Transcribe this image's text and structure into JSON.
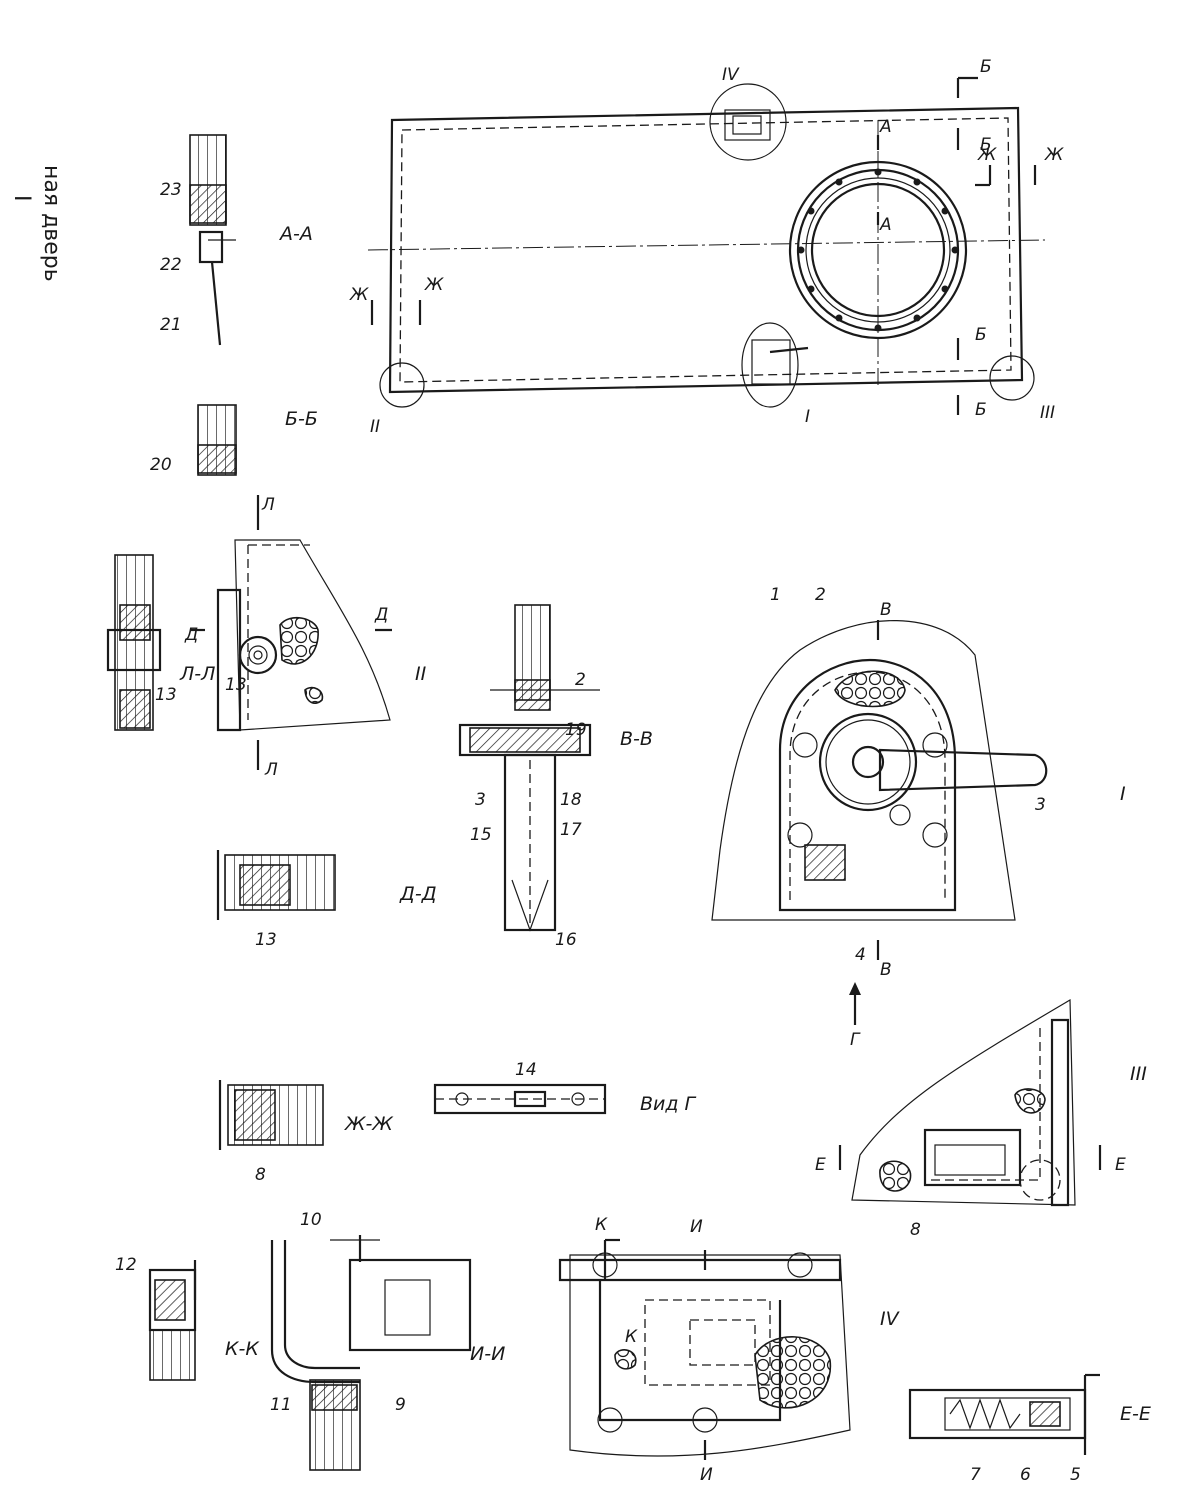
{
  "title": {
    "line1": "ная дверь",
    "line2": "I"
  },
  "section_titles": {
    "aa": "А-А",
    "bb": "Б-Б",
    "vv": "В-В",
    "dd": "Д-Д",
    "ll": "Л-Л",
    "zhzh": "Ж-Ж",
    "ee": "Е-Е",
    "ii": "И-И",
    "kk": "К-К",
    "vid_g": "Вид Г",
    "detail_1": "I",
    "detail_2": "II",
    "detail_3": "III",
    "detail_4": "IV"
  },
  "cut_letters": {
    "a": "А",
    "b": "Б",
    "v": "В",
    "g": "Г",
    "d": "Д",
    "e": "Е",
    "zh": "Ж",
    "i": "И",
    "k": "К",
    "l": "Л"
  },
  "labels": {
    "n1": "1",
    "n2": "2",
    "n3": "3",
    "n4": "4",
    "n5": "5",
    "n6": "6",
    "n7": "7",
    "n8": "8",
    "n9": "9",
    "n10": "10",
    "n11": "11",
    "n12": "12",
    "n13": "13",
    "n14": "14",
    "n15": "15",
    "n16": "16",
    "n17": "17",
    "n18": "18",
    "n19": "19",
    "n20": "20",
    "n21": "21",
    "n22": "22",
    "n23": "23"
  },
  "roman": {
    "r1": "I",
    "r2": "II",
    "r3": "III",
    "r4": "IV"
  }
}
